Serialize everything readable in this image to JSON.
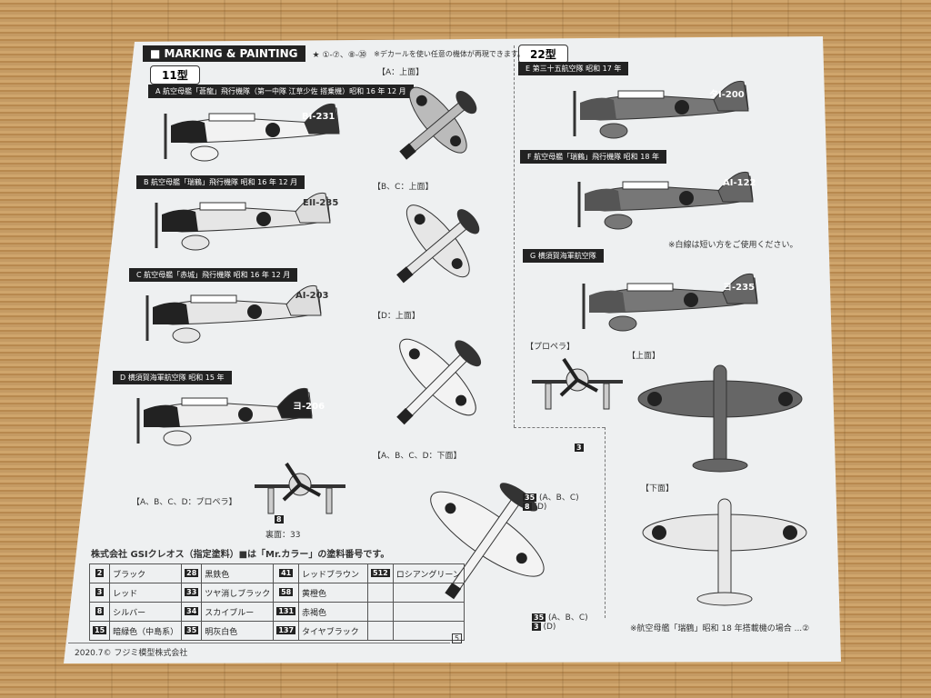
{
  "header": {
    "title": "MARKING & PAINTING",
    "decal_range": "①-⑦、⑧-㉚",
    "note": "※デカールを使い任意の機体が再現できます。"
  },
  "type11": {
    "label": "11型",
    "sections": [
      {
        "title": "A 航空母艦「蒼龍」飛行機隊（第一中隊 江草少佐 搭乗機）昭和 16 年 12 月",
        "tail": "BI-231"
      },
      {
        "title": "B 航空母艦「瑞鶴」飛行機隊 昭和 16 年 12 月",
        "tail": "EII-235"
      },
      {
        "title": "C 航空母艦「赤城」飛行機隊 昭和 16 年 12 月",
        "tail": "AI-203"
      },
      {
        "title": "D 横須賀海軍航空隊 昭和 15 年",
        "tail": "ヨ-206"
      }
    ],
    "views": {
      "a_top": "【A：上面】",
      "bc_top": "【B、C：上面】",
      "d_top": "【D：上面】",
      "bottom": "【A、B、C、D：下面】",
      "prop": "【A、B、C、D：プロペラ】",
      "prop_back": "裏面：33",
      "prop_num": "8"
    },
    "callouts": {
      "c1n": "35",
      "c1": "(A、B、C)",
      "c2n": "8",
      "c2": "(D)",
      "c3n": "35",
      "c3": "(A、B、C)",
      "c4n": "3",
      "c4": "(D)",
      "c0n": "3"
    }
  },
  "type22": {
    "label": "22型",
    "sections": [
      {
        "title": "E 第三十五航空隊 昭和 17 年",
        "tail": "タI-200"
      },
      {
        "title": "F 航空母艦「瑞鶴」飛行機隊 昭和 18 年",
        "tail": "AI-122"
      },
      {
        "title": "G 横須賀海軍航空隊",
        "tail": "ヨ-235"
      }
    ],
    "white_line_note": "※白線は短い方をご使用ください。",
    "views": {
      "prop": "【プロペラ】",
      "top": "【上面】",
      "bottom": "【下面】"
    },
    "footnote": "※航空母艦「瑞鶴」昭和 18 年搭載機の場合 ...②"
  },
  "paints": {
    "title": "株式会社 GSIクレオス（指定塗料）■は「Mr.カラー」の塗料番号です。",
    "rows": [
      [
        {
          "n": "2",
          "name": "ブラック"
        },
        {
          "n": "28",
          "name": "黒鉄色"
        },
        {
          "n": "41",
          "name": "レッドブラウン"
        },
        {
          "n": "512",
          "name": "ロシアングリーン"
        }
      ],
      [
        {
          "n": "3",
          "name": "レッド"
        },
        {
          "n": "33",
          "name": "ツヤ消しブラック"
        },
        {
          "n": "58",
          "name": "黄橙色"
        },
        {
          "n": "",
          "name": ""
        }
      ],
      [
        {
          "n": "8",
          "name": "シルバー"
        },
        {
          "n": "34",
          "name": "スカイブルー"
        },
        {
          "n": "131",
          "name": "赤褐色"
        },
        {
          "n": "",
          "name": ""
        }
      ],
      [
        {
          "n": "15",
          "name": "暗緑色（中島系）"
        },
        {
          "n": "35",
          "name": "明灰白色"
        },
        {
          "n": "137",
          "name": "タイヤブラック"
        },
        {
          "n": "",
          "name": ""
        }
      ]
    ]
  },
  "footer": {
    "copyright": "2020.7© フジミ模型株式会社",
    "page": "5"
  }
}
